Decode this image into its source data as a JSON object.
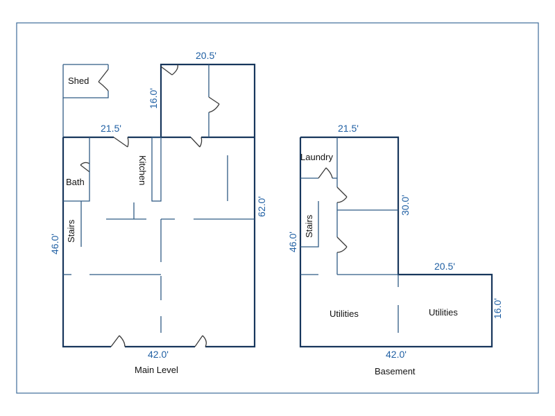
{
  "plans": {
    "main": {
      "caption": "Main Level",
      "rooms": {
        "shed": "Shed",
        "bath": "Bath",
        "kitchen": "Kitchen",
        "stairs": "Stairs"
      },
      "dims": {
        "top_wing": "20.5'",
        "wing_height": "16.0'",
        "top": "21.5'",
        "right": "62.0'",
        "left": "46.0'",
        "bottom": "42.0'"
      }
    },
    "basement": {
      "caption": "Basement",
      "rooms": {
        "laundry": "Laundry",
        "stairs": "Stairs",
        "utilities_left": "Utilities",
        "utilities_right": "Utilities"
      },
      "dims": {
        "top": "21.5'",
        "upper_right": "30.0'",
        "left": "46.0'",
        "wing_top": "20.5'",
        "wing_right": "16.0'",
        "bottom": "42.0'"
      }
    }
  },
  "colors": {
    "wall": "#17365c",
    "dimension_text": "#1f5fa3",
    "border": "#3d6b99"
  }
}
